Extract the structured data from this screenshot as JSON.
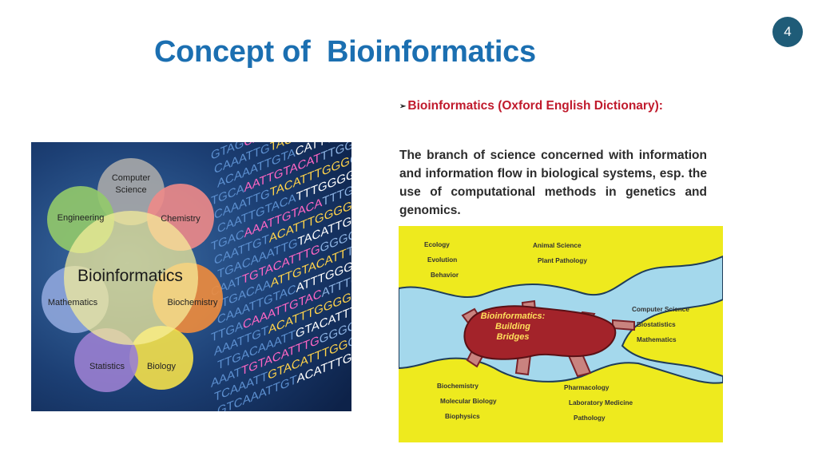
{
  "slide": {
    "page_number": "4",
    "title": "Concept of  Bioinformatics",
    "definition_heading": "Bioinformatics (Oxford English Dictionary):",
    "definition_text": "The branch of science concerned with information and information flow in biological systems, esp. the use of computational methods in genetics and genomics."
  },
  "venn_figure": {
    "center": "Bioinformatics",
    "petals": [
      "Computer\nScience",
      "Chemistry",
      "Biochemistry",
      "Biology",
      "Statistics",
      "Mathematics",
      "Engineering"
    ],
    "dna_lines": [
      "GTAGCAAATTGTACATTTGG",
      "CAAATTGTACATTTGGGGCC",
      "ACAAATTGTACATTTGGGGCC",
      "TGCAAATTGTACATTTGGGG",
      "CAAATTGTACATTTGGGGCC",
      "CAATTGTACATTTGGGGCC",
      "TGACAAATTGTACATTTGGG",
      "CAATTGTACATTTGGGGCC",
      "TGACAAATTGTACATTGG",
      "CAATTGTACATTTGGGGC",
      "TTGACAAATTGTACATTTGG",
      "CAAATTGTACATTTGGGGC",
      "TTGACAAATTGTACATTTGG",
      "AAATTGTACATTTGGGGCC",
      "TTGACAAATTGTACATTTGG",
      "AAATTGTACATTTGGGGCC",
      "TCAAATTGTACATTTGGGG",
      "GTCAAATTGTACATTTGGGG"
    ],
    "colors": {
      "computer_science": "#a8a8a8",
      "chemistry": "#ee8a88",
      "biochemistry": "#f08c3c",
      "biology": "#f4e04a",
      "statistics": "#9a7fd0",
      "mathematics": "#8fa6dc",
      "engineering": "#94ca6a",
      "center": "#f6ef9a"
    }
  },
  "bridge_figure": {
    "center_label": "Bioinformatics:\nBuilding\nBridges",
    "top_left": [
      "Ecology",
      "Evolution",
      "Behavior"
    ],
    "top_center": [
      "Animal Science",
      "Plant Pathology"
    ],
    "right": [
      "Computer Science",
      "Biostatistics",
      "Mathematics"
    ],
    "bottom_left": [
      "Biochemistry",
      "Molecular Biology",
      "Biophysics"
    ],
    "bottom_right": [
      "Pharmacology",
      "Laboratory Medicine",
      "Pathology"
    ],
    "colors": {
      "land": "#eeea1e",
      "water": "#a4d8ec",
      "island": "#a3232a",
      "center_text": "#ffe05c"
    }
  }
}
